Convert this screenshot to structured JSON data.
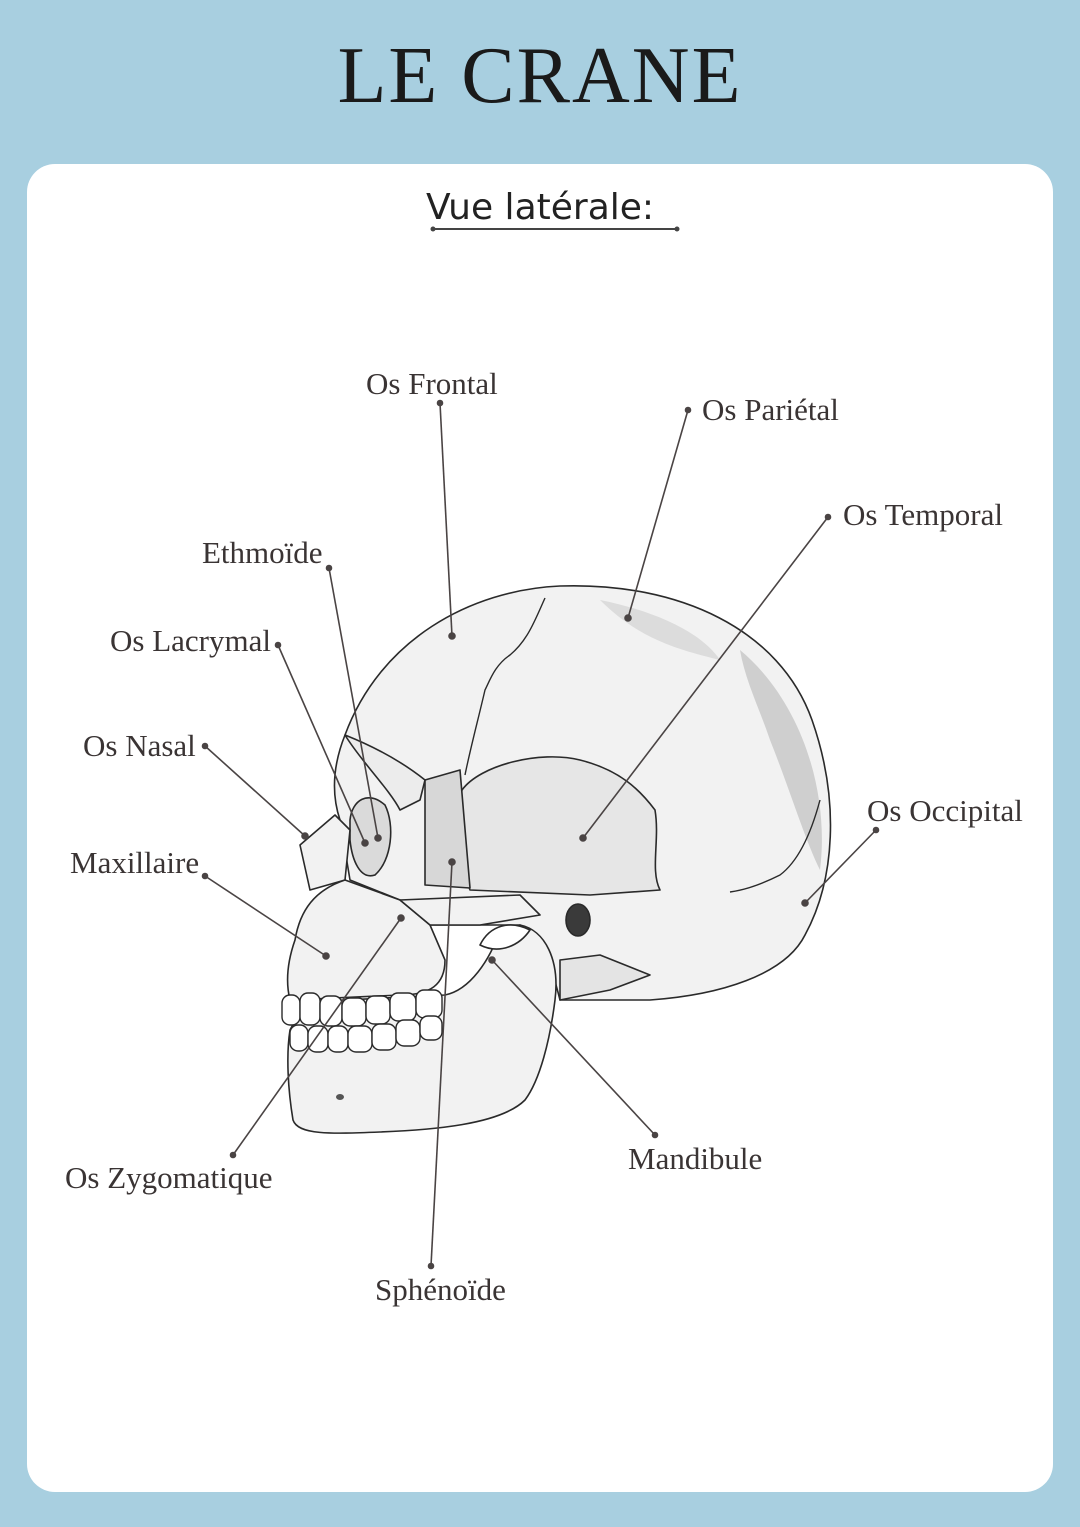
{
  "title": "LE CRANE",
  "subtitle": "Vue latérale:",
  "labels": {
    "frontal": "Os Frontal",
    "parietal": "Os Pariétal",
    "temporal": "Os Temporal",
    "ethmoide": "Ethmoïde",
    "lacrymal": "Os Lacrymal",
    "nasal": "Os Nasal",
    "maxillaire": "Maxillaire",
    "occipital": "Os Occipital",
    "zygomatique": "Os Zygomatique",
    "mandibule": "Mandibule",
    "sphenoide": "Sphénoïde"
  },
  "colors": {
    "background": "#a8cfe0",
    "card": "#ffffff",
    "leader": "#4a4444",
    "bone": "#f2f2f2",
    "bone_shadow": "#c9c9c9"
  }
}
